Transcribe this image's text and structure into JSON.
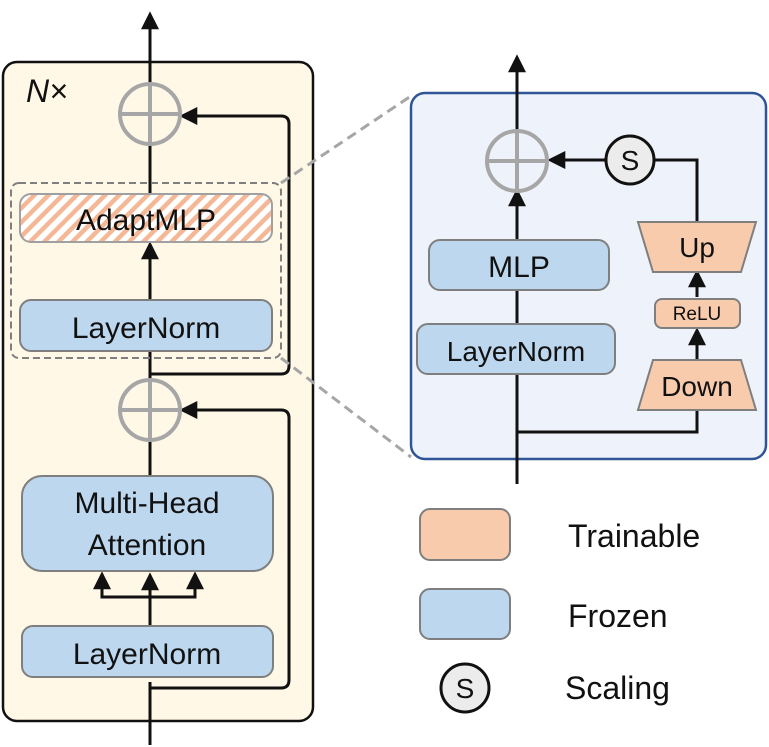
{
  "left_block": {
    "repeat_label": "N×",
    "adapt_mlp": "AdaptMLP",
    "layernorm_top": "LayerNorm",
    "mha_line1": "Multi-Head",
    "mha_line2": "Attention",
    "layernorm_bottom": "LayerNorm"
  },
  "right_block": {
    "mlp": "MLP",
    "layernorm": "LayerNorm",
    "up": "Up",
    "relu": "ReLU",
    "down": "Down",
    "scale_symbol": "S"
  },
  "legend": {
    "trainable": "Trainable",
    "frozen": "Frozen",
    "scaling_symbol": "S",
    "scaling": "Scaling"
  },
  "colors": {
    "trainable": "#F8CBAD",
    "frozen": "#BDD7EE",
    "encoder_bg": "#FFF8E6",
    "detail_bg": "#EEF2FA",
    "detail_border": "#2F5597"
  }
}
